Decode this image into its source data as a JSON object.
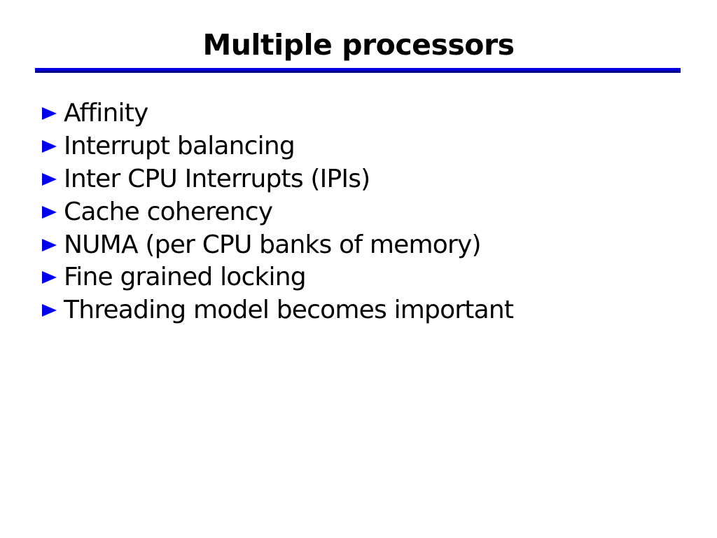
{
  "slide": {
    "title": "Multiple processors",
    "bullets": [
      "Affinity",
      "Interrupt balancing",
      "Inter CPU Interrupts (IPIs)",
      "Cache coherency",
      "NUMA (per CPU banks of memory)",
      "Fine grained locking",
      "Threading model becomes important"
    ],
    "colors": {
      "background": "#ffffff",
      "text": "#000000",
      "bullet_blue": "#0000f0",
      "rule_top": "#0000e0",
      "rule_bottom": "#000085"
    }
  }
}
